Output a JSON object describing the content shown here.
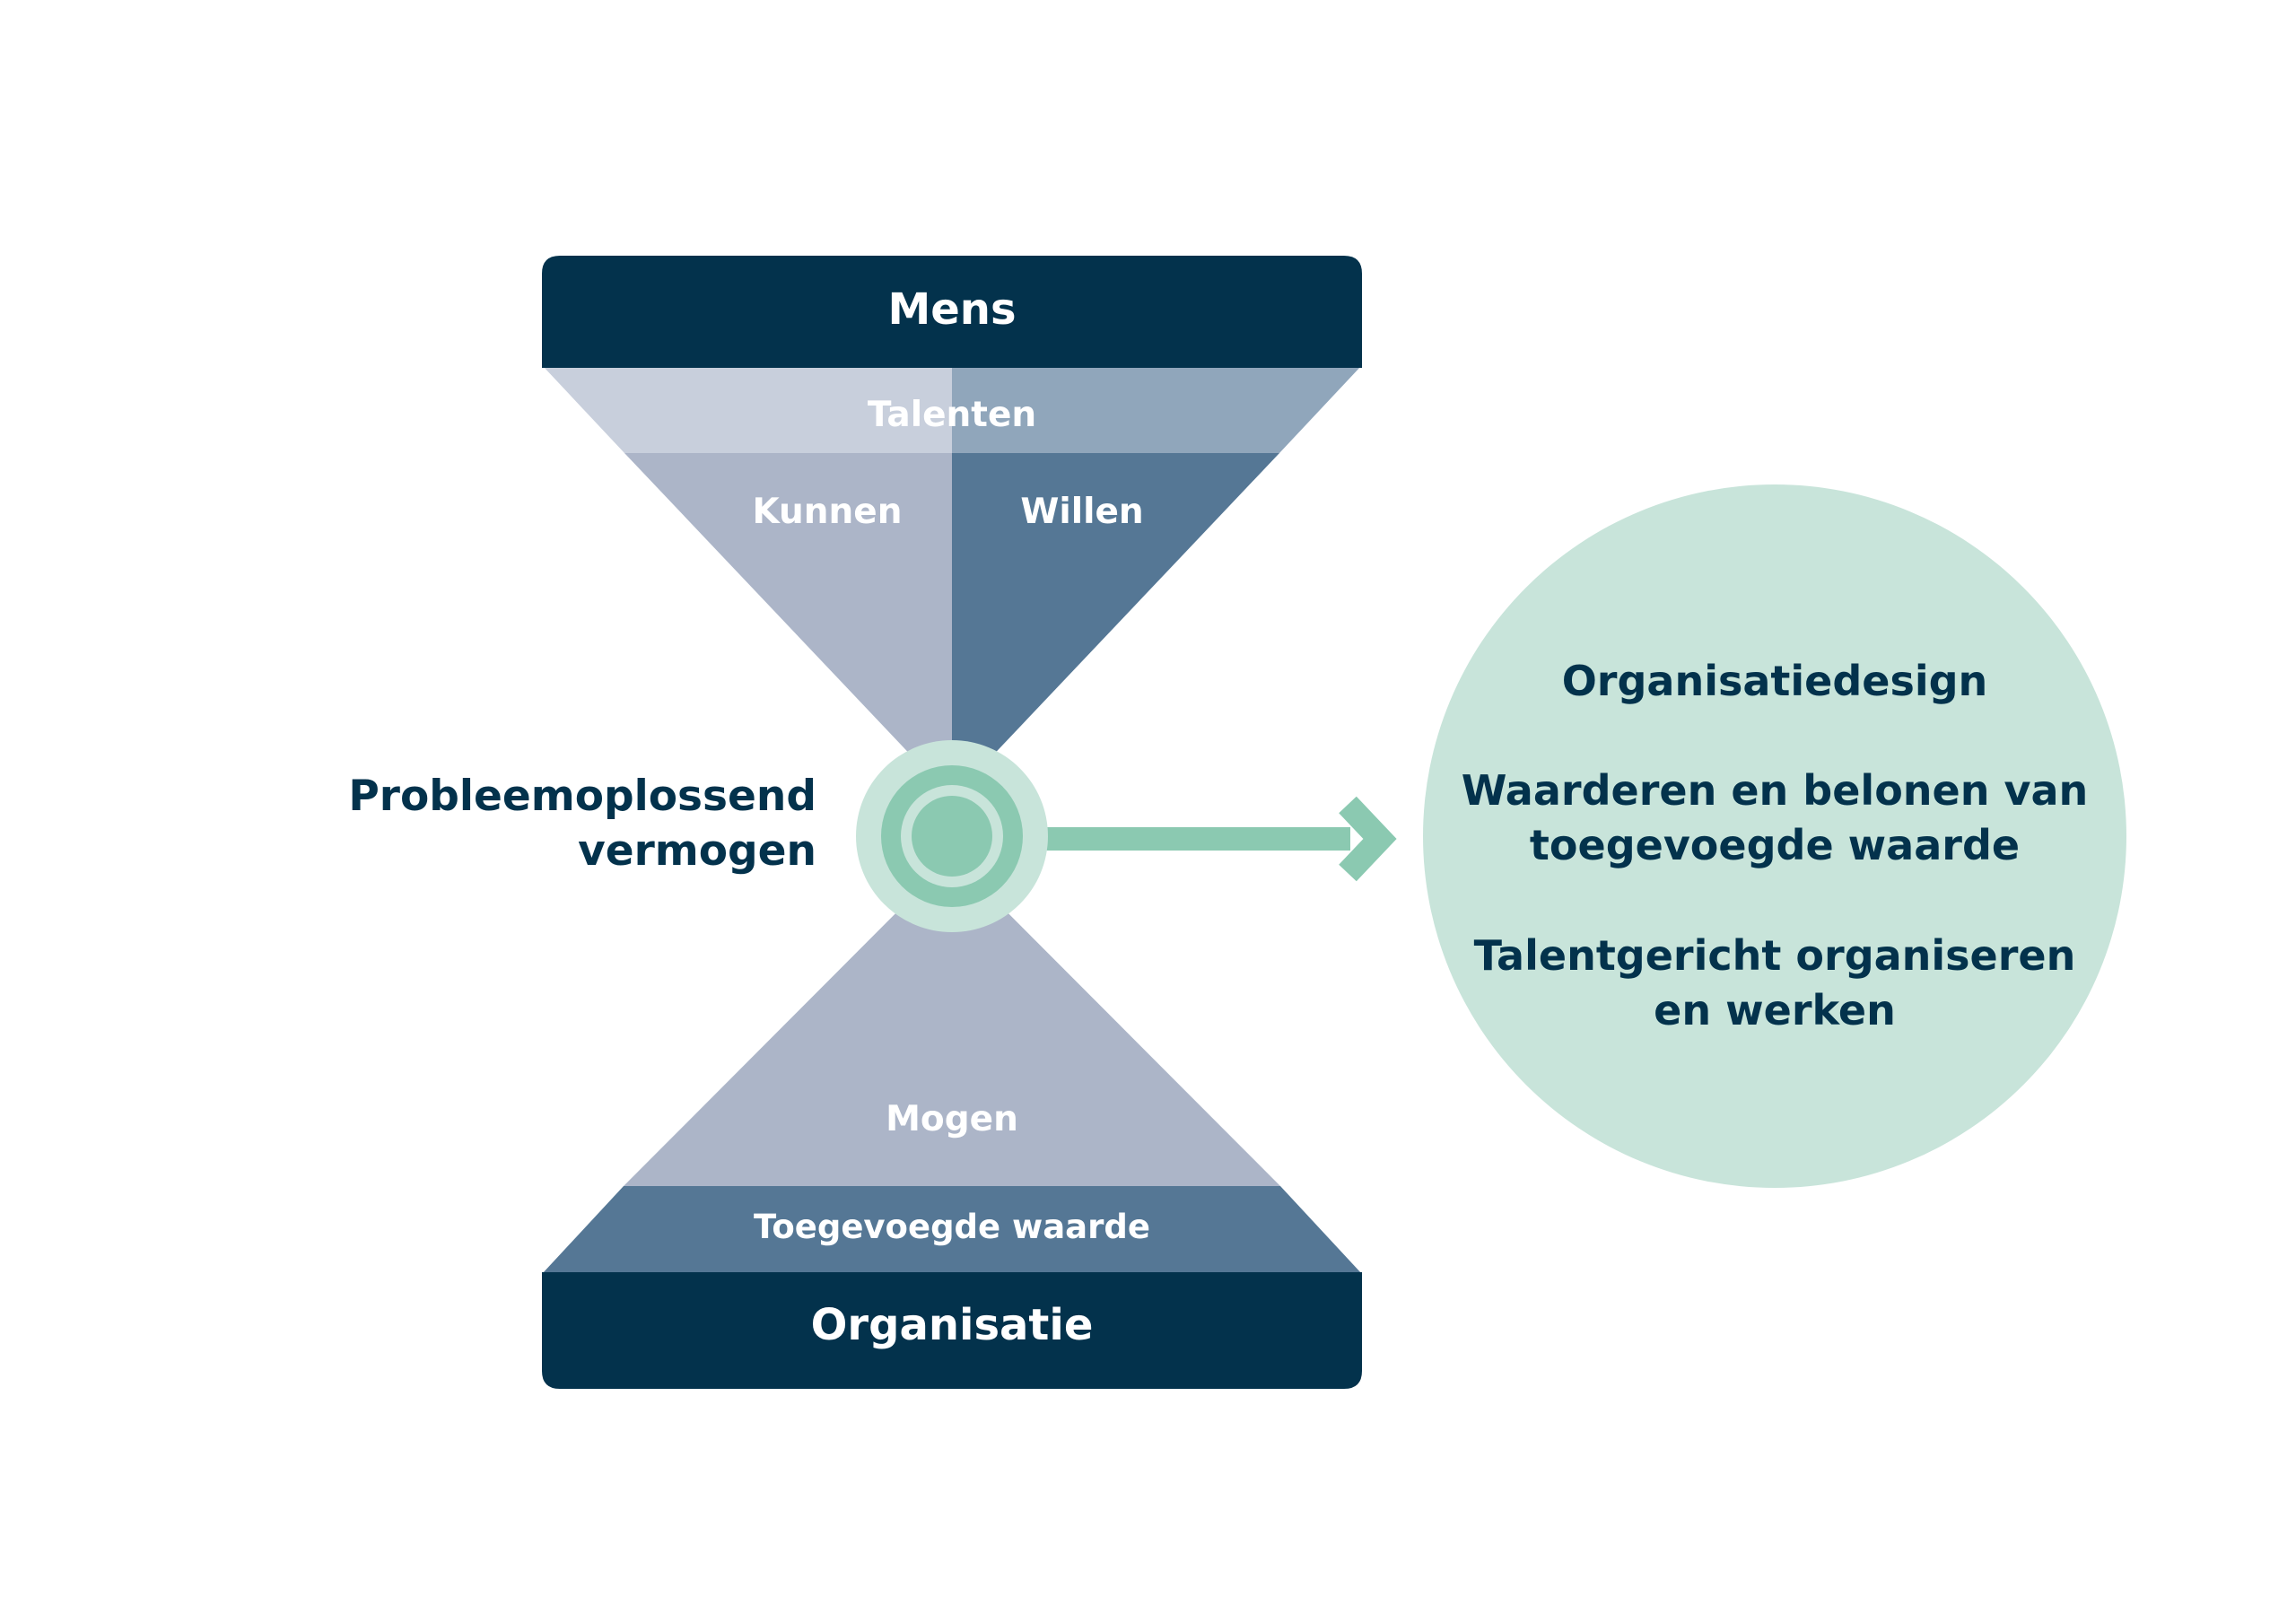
{
  "colors": {
    "navy": "#03324c",
    "light_top": "#c8cfdc",
    "mid_top": "#90a6bb",
    "kunnen": "#acb5c8",
    "willen": "#557795",
    "mogen": "#acb5c8",
    "toegevoegd": "#557795",
    "node_outer": "#c8e4da",
    "node_ring": "#8bc9b1",
    "arrow": "#8bc9b1",
    "bubble": "#c8e4da"
  },
  "hourglass": {
    "top_label": "Mens",
    "talenten_label": "Talenten",
    "kunnen_label": "Kunnen",
    "willen_label": "Willen",
    "mogen_label": "Mogen",
    "toegevoegd_label": "Toegevoegde waarde",
    "bottom_label": "Organisatie"
  },
  "center": {
    "label_line1": "Probleemoplossend",
    "label_line2": "vermogen"
  },
  "bubble": {
    "item1": "Organisatiedesign",
    "item2_line1": "Waarderen en belonen van",
    "item2_line2": "toegevoegde waarde",
    "item3_line1": "Talentgericht organiseren",
    "item3_line2": "en werken"
  }
}
